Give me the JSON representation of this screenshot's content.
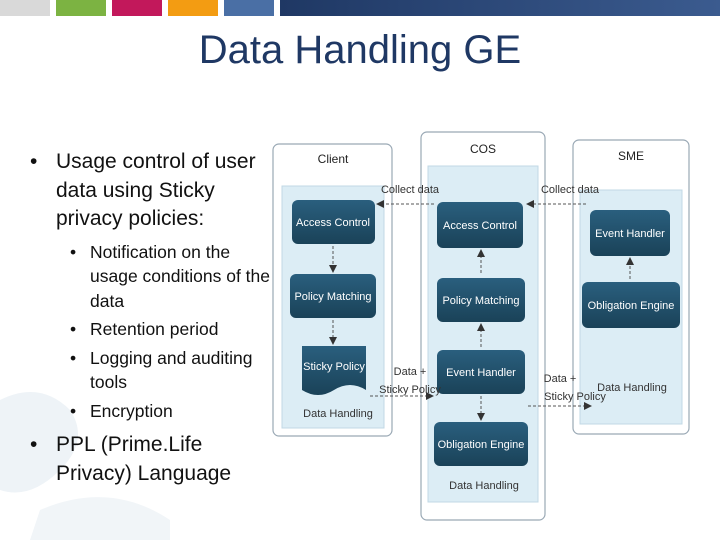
{
  "slide": {
    "title": "Data Handling GE",
    "bullets": [
      {
        "level": 1,
        "text": "Usage control of user data using Sticky privacy policies:"
      },
      {
        "level": 2,
        "text": "Notification on the usage conditions of the data"
      },
      {
        "level": 2,
        "text": "Retention period"
      },
      {
        "level": 2,
        "text": "Logging and auditing tools"
      },
      {
        "level": 2,
        "text": "Encryption"
      },
      {
        "level": 1,
        "text": "PPL (Prime.Life Privacy) Language"
      }
    ]
  },
  "colors": {
    "title": "#1f3864",
    "box_fill": "#1f4e69",
    "panel_fill": "#dcedf5",
    "bar1": "#d9d9d9",
    "bar2": "#7cb342",
    "bar3": "#c2185b",
    "bar4": "#f39c12",
    "bar5": "#4a6fa5",
    "bar6": "#1f3864"
  },
  "diagram": {
    "client": {
      "label": "Client",
      "access_control": "Access Control",
      "policy_matching": "Policy Matching",
      "sticky_policy": "Sticky Policy",
      "data_handling": "Data Handling"
    },
    "cos": {
      "label": "COS",
      "access_control": "Access Control",
      "policy_matching": "Policy Matching",
      "event_handler": "Event Handler",
      "obligation_engine": "Obligation Engine",
      "data_handling": "Data Handling"
    },
    "sme": {
      "label": "SME",
      "event_handler": "Event Handler",
      "obligation_engine": "Obligation Engine",
      "data_handling": "Data Handling"
    },
    "arrows": {
      "collect_data_left": "Collect data",
      "collect_data_right": "Collect data",
      "data_sticky_left_1": "Data +",
      "data_sticky_left_2": "Sticky Policy",
      "data_sticky_right_1": "Data +",
      "data_sticky_right_2": "Sticky Policy"
    }
  }
}
